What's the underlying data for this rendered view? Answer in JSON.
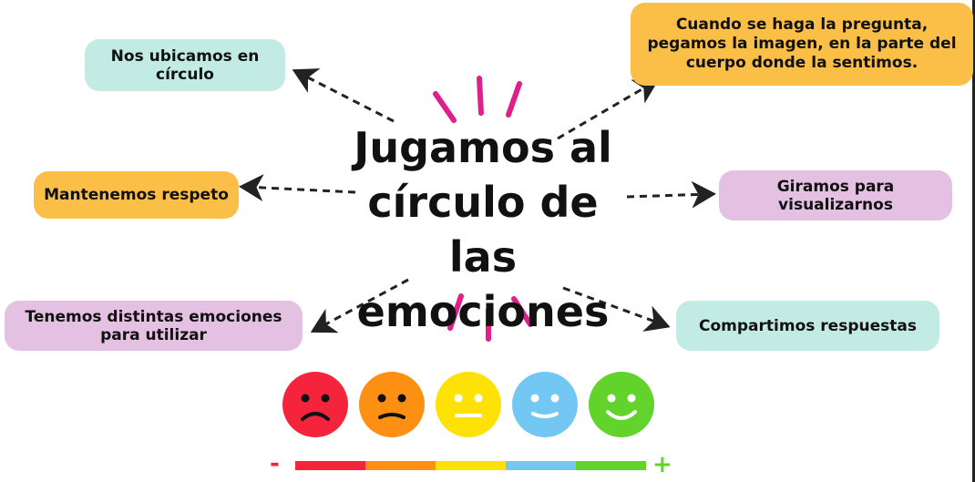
{
  "title": {
    "line1": "Jugamos al",
    "line2": "círculo de las",
    "line3": "emociones"
  },
  "boxes": {
    "top_left": {
      "text": "Nos ubicamos en círculo",
      "color": "#c2ebe4"
    },
    "top_right": {
      "text": "Cuando se haga la pregunta, pegamos la imagen, en la parte del cuerpo donde la sentimos.",
      "color": "#fbbe47"
    },
    "mid_left": {
      "text": "Mantenemos respeto",
      "color": "#fbbe47"
    },
    "mid_right": {
      "text": "Giramos para visualizarnos",
      "color": "#e4c1e2"
    },
    "bottom_left": {
      "text": "Tenemos distintas emociones para utilizar",
      "color": "#e4c1e2"
    },
    "bottom_right": {
      "text": "Compartimos respuestas",
      "color": "#c2ebe4"
    }
  },
  "faces": [
    {
      "icon": "very-sad-face-icon",
      "color": "#f5243c"
    },
    {
      "icon": "sad-face-icon",
      "color": "#fd8f13"
    },
    {
      "icon": "neutral-face-icon",
      "color": "#fee207"
    },
    {
      "icon": "slight-smile-face-icon",
      "color": "#72c8f3"
    },
    {
      "icon": "happy-face-icon",
      "color": "#61d32a"
    }
  ],
  "scale": {
    "minus_label": "-",
    "plus_label": "+",
    "minus_color": "#f5243c",
    "plus_color": "#61d32a",
    "segments": [
      "#f5243c",
      "#fd8f13",
      "#fee207",
      "#72c8f3",
      "#61d32a"
    ]
  },
  "accent_color": "#e0208a"
}
